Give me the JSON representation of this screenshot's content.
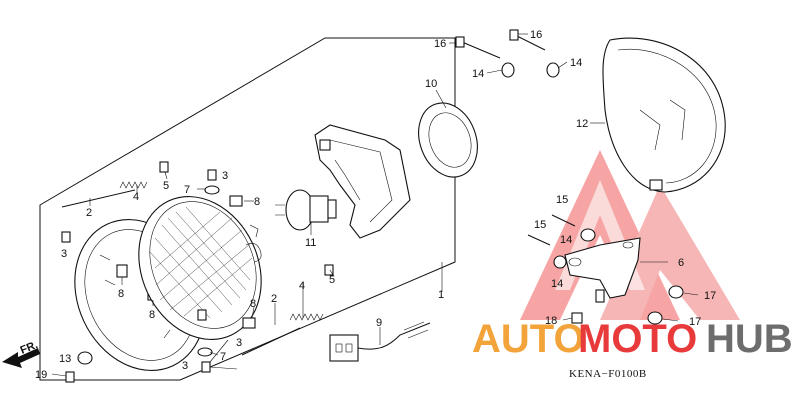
{
  "diagram": {
    "code": "KENA−F0100B",
    "direction": "FR.",
    "callouts": [
      {
        "id": "c1",
        "text": "1"
      },
      {
        "id": "c2a",
        "text": "2"
      },
      {
        "id": "c2b",
        "text": "2"
      },
      {
        "id": "c3a",
        "text": "3"
      },
      {
        "id": "c3b",
        "text": "3"
      },
      {
        "id": "c3c",
        "text": "3"
      },
      {
        "id": "c3d",
        "text": "3"
      },
      {
        "id": "c4a",
        "text": "4"
      },
      {
        "id": "c4b",
        "text": "4"
      },
      {
        "id": "c5a",
        "text": "5"
      },
      {
        "id": "c5b",
        "text": "5"
      },
      {
        "id": "c6",
        "text": "6"
      },
      {
        "id": "c7a",
        "text": "7"
      },
      {
        "id": "c7b",
        "text": "7"
      },
      {
        "id": "c8a",
        "text": "8"
      },
      {
        "id": "c8b",
        "text": "8"
      },
      {
        "id": "c8c",
        "text": "8"
      },
      {
        "id": "c8d",
        "text": "8"
      },
      {
        "id": "c9",
        "text": "9"
      },
      {
        "id": "c10",
        "text": "10"
      },
      {
        "id": "c11",
        "text": "11"
      },
      {
        "id": "c12",
        "text": "12"
      },
      {
        "id": "c13",
        "text": "13"
      },
      {
        "id": "c14a",
        "text": "14"
      },
      {
        "id": "c14b",
        "text": "14"
      },
      {
        "id": "c14c",
        "text": "14"
      },
      {
        "id": "c14d",
        "text": "14"
      },
      {
        "id": "c15a",
        "text": "15"
      },
      {
        "id": "c15b",
        "text": "15"
      },
      {
        "id": "c16a",
        "text": "16"
      },
      {
        "id": "c16b",
        "text": "16"
      },
      {
        "id": "c17a",
        "text": "17"
      },
      {
        "id": "c17b",
        "text": "17"
      },
      {
        "id": "c18",
        "text": "18"
      },
      {
        "id": "c19",
        "text": "19"
      }
    ]
  },
  "watermark": {
    "part1": "AUTO",
    "part2": "MOTO",
    "part3": "HUB",
    "color_orange": "#f2a33a",
    "color_red": "#e8393b",
    "color_gray": "#6d6d6d"
  }
}
